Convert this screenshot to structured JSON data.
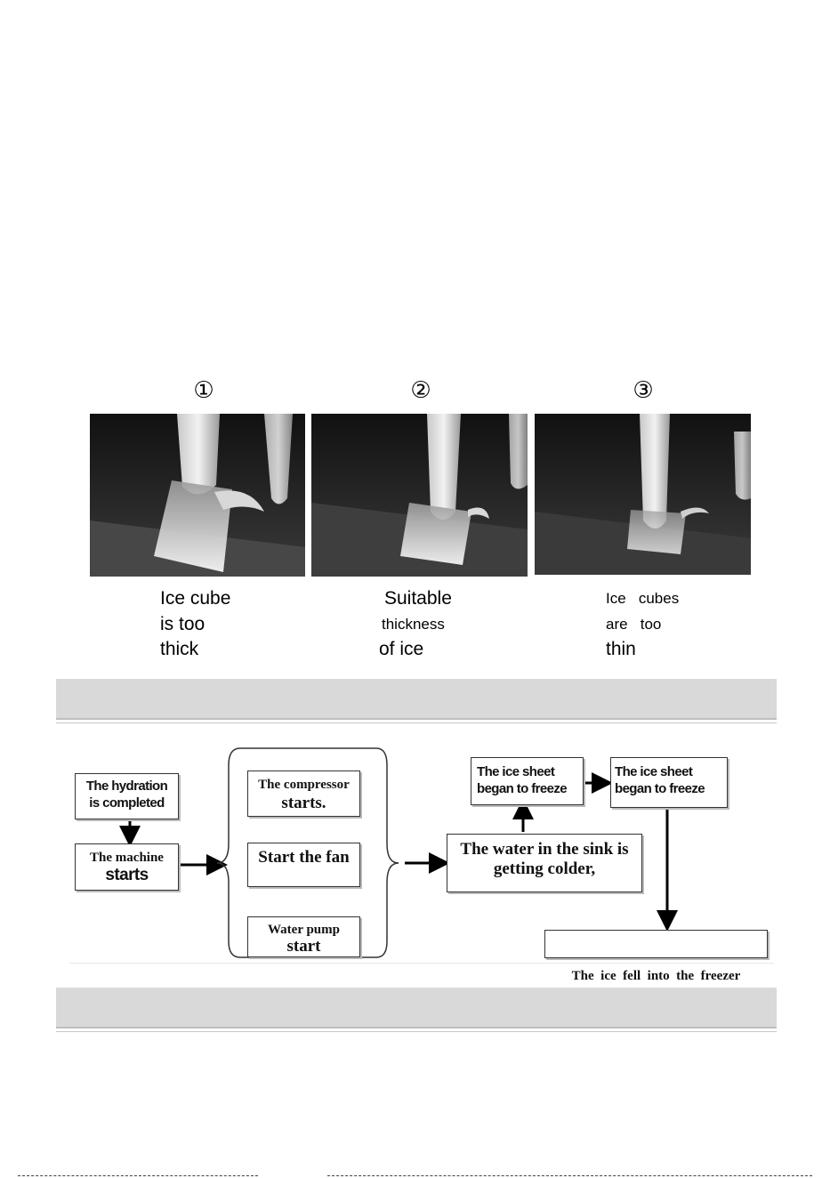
{
  "thickness_guide": {
    "panels": [
      {
        "number": "①",
        "caption": [
          "Ice cube",
          "is too",
          "thick"
        ]
      },
      {
        "number": "②",
        "caption": [
          "Suitable",
          "thickness",
          "of ice"
        ]
      },
      {
        "number": "③",
        "caption": [
          "Ice   cubes",
          "are   too",
          "thin"
        ]
      }
    ]
  },
  "flowchart": {
    "hydration": [
      "The hydration",
      "is completed"
    ],
    "machine": [
      "The machine",
      "starts"
    ],
    "compressor": [
      "The compressor",
      "starts."
    ],
    "fan": "Start the fan",
    "pump": [
      "Water pump",
      "start"
    ],
    "water": [
      "The water in the sink is",
      "getting colder,"
    ],
    "sheet1": [
      "The ice sheet",
      "began to freeze"
    ],
    "sheet2": [
      "The ice sheet",
      "began to freeze"
    ],
    "fell": "The  ice  fell  into  the  freezer"
  }
}
